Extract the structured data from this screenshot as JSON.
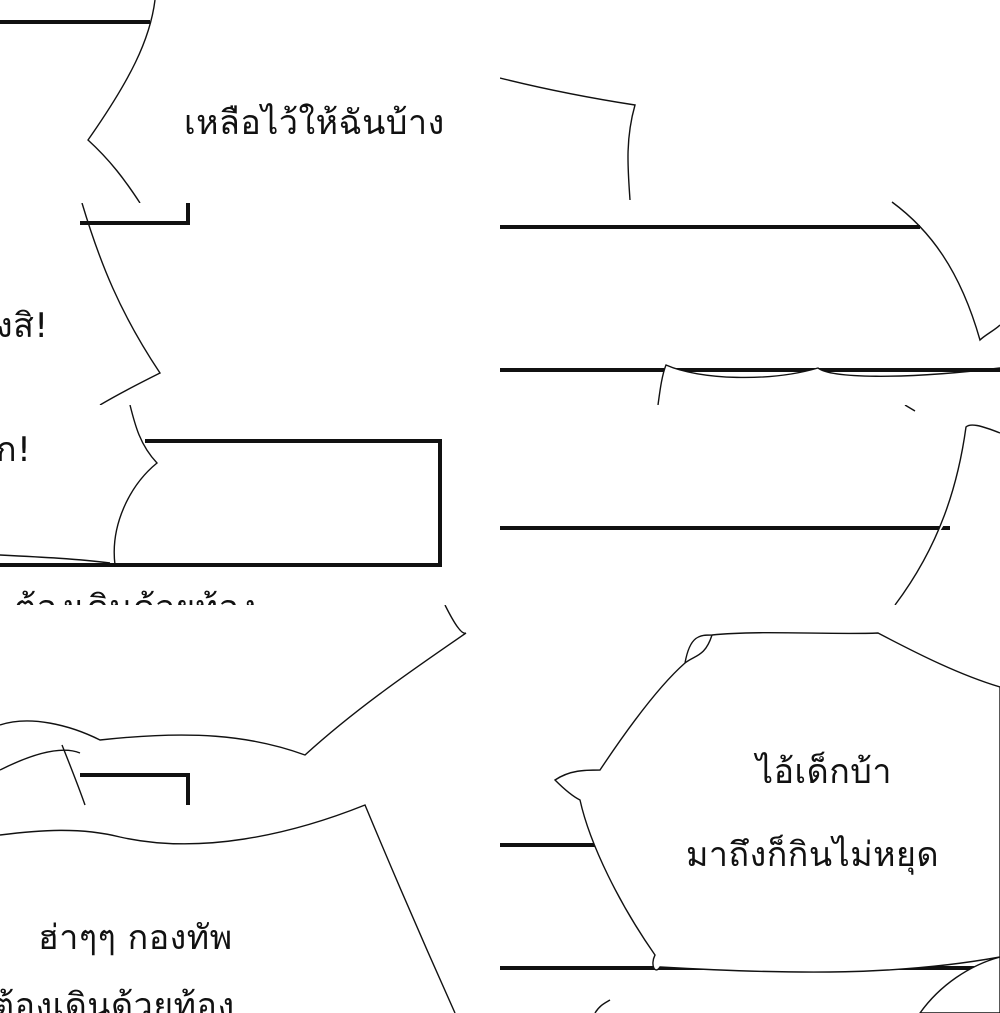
{
  "colors": {
    "ink": "#111111",
    "paper": "#ffffff"
  },
  "panels": {
    "top_left": {
      "bubble_text": "เหลือไว้ให้ฉันบ้าง"
    },
    "mid_left": {
      "line1_fragment": "งสิ!",
      "line2_fragment": "ก!"
    },
    "mid_left_lower": {
      "cut_text": "ต้องเดินด้วยท้อง"
    },
    "bottom_left": {
      "line1": "ฮ่าๆๆ กองทัพ",
      "line2_fragment": "ต้องเดินด้วยท้อง"
    },
    "bottom_right": {
      "line1": "ไอ้เด็กบ้า",
      "line2": "มาถึงก็กินไม่หยุด"
    }
  }
}
